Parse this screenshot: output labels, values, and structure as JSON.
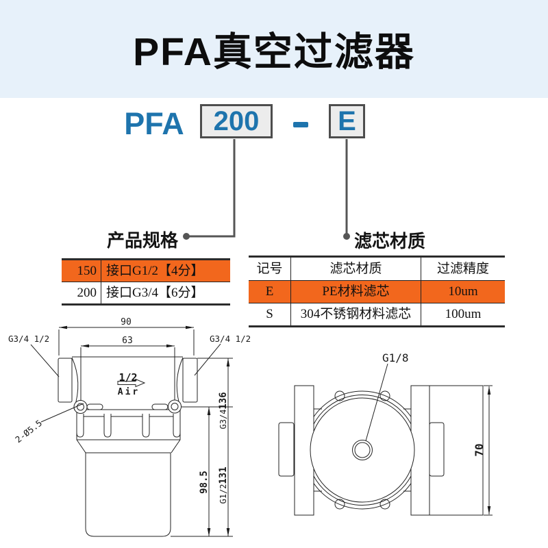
{
  "page": {
    "title": "PFA真空过滤器"
  },
  "colors": {
    "band_blue": "#e7f1fa",
    "accent_blue": "#1e74ad",
    "highlight_orange": "#f2671d",
    "box_gray": "#ececec",
    "line_gray": "#555555"
  },
  "model": {
    "prefix": "PFA",
    "size_code": "200",
    "separator": "-",
    "element_code": "E"
  },
  "sections": {
    "spec_title": "产品规格",
    "media_title": "滤芯材质"
  },
  "spec_table": {
    "rows": [
      {
        "code": "150",
        "desc": "接口G1/2【4分】"
      },
      {
        "code": "200",
        "desc": "接口G3/4【6分】"
      }
    ]
  },
  "media_table": {
    "headers": [
      "记号",
      "滤芯材质",
      "过滤精度"
    ],
    "rows": [
      {
        "code": "E",
        "material": "PE材料滤芯",
        "precision": "10um"
      },
      {
        "code": "S",
        "material": "304不锈钢材料滤芯",
        "precision": "100um"
      }
    ]
  },
  "front_view": {
    "dim_overall_width": "90",
    "dim_port_spacing": "63",
    "label_port_left": "G3/4 1/2",
    "label_port_right": "G3/4 1/2",
    "label_holes": "2-Ø5.5",
    "flow_fraction": "1/2",
    "flow_word": "Air",
    "dim_height_inner": "98.5",
    "thread_a": "G3/4",
    "dim_height_a": "136",
    "thread_b": "G1/2",
    "dim_height_b": "131"
  },
  "top_view": {
    "label_port_top": "G1/8",
    "dim_depth": "70"
  }
}
